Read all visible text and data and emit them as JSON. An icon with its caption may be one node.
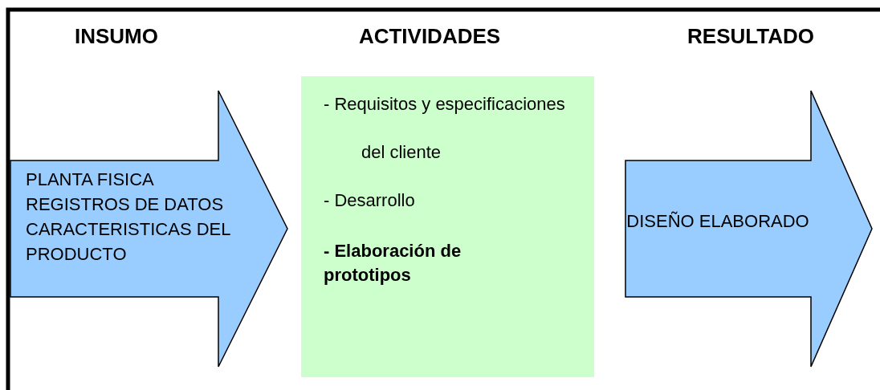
{
  "diagram": {
    "nodes": [
      {
        "text": [
          "PLANTA FISICA REGISTROS DE DATOS CARACTERISTICAS DEL PRODUCTO"
        ]
      },
      {
        "text": [
          "- Requisitos y especificaciones del cliente",
          "- Desarrollo",
          "- Elaboración de prototipos"
        ]
      },
      {
        "text": [
          "DISEÑO ELABORADO"
        ]
      }
    ],
    "labels": [
      "INSUMO",
      "ACTIVIDADES",
      "RESULTADO"
    ]
  }
}
